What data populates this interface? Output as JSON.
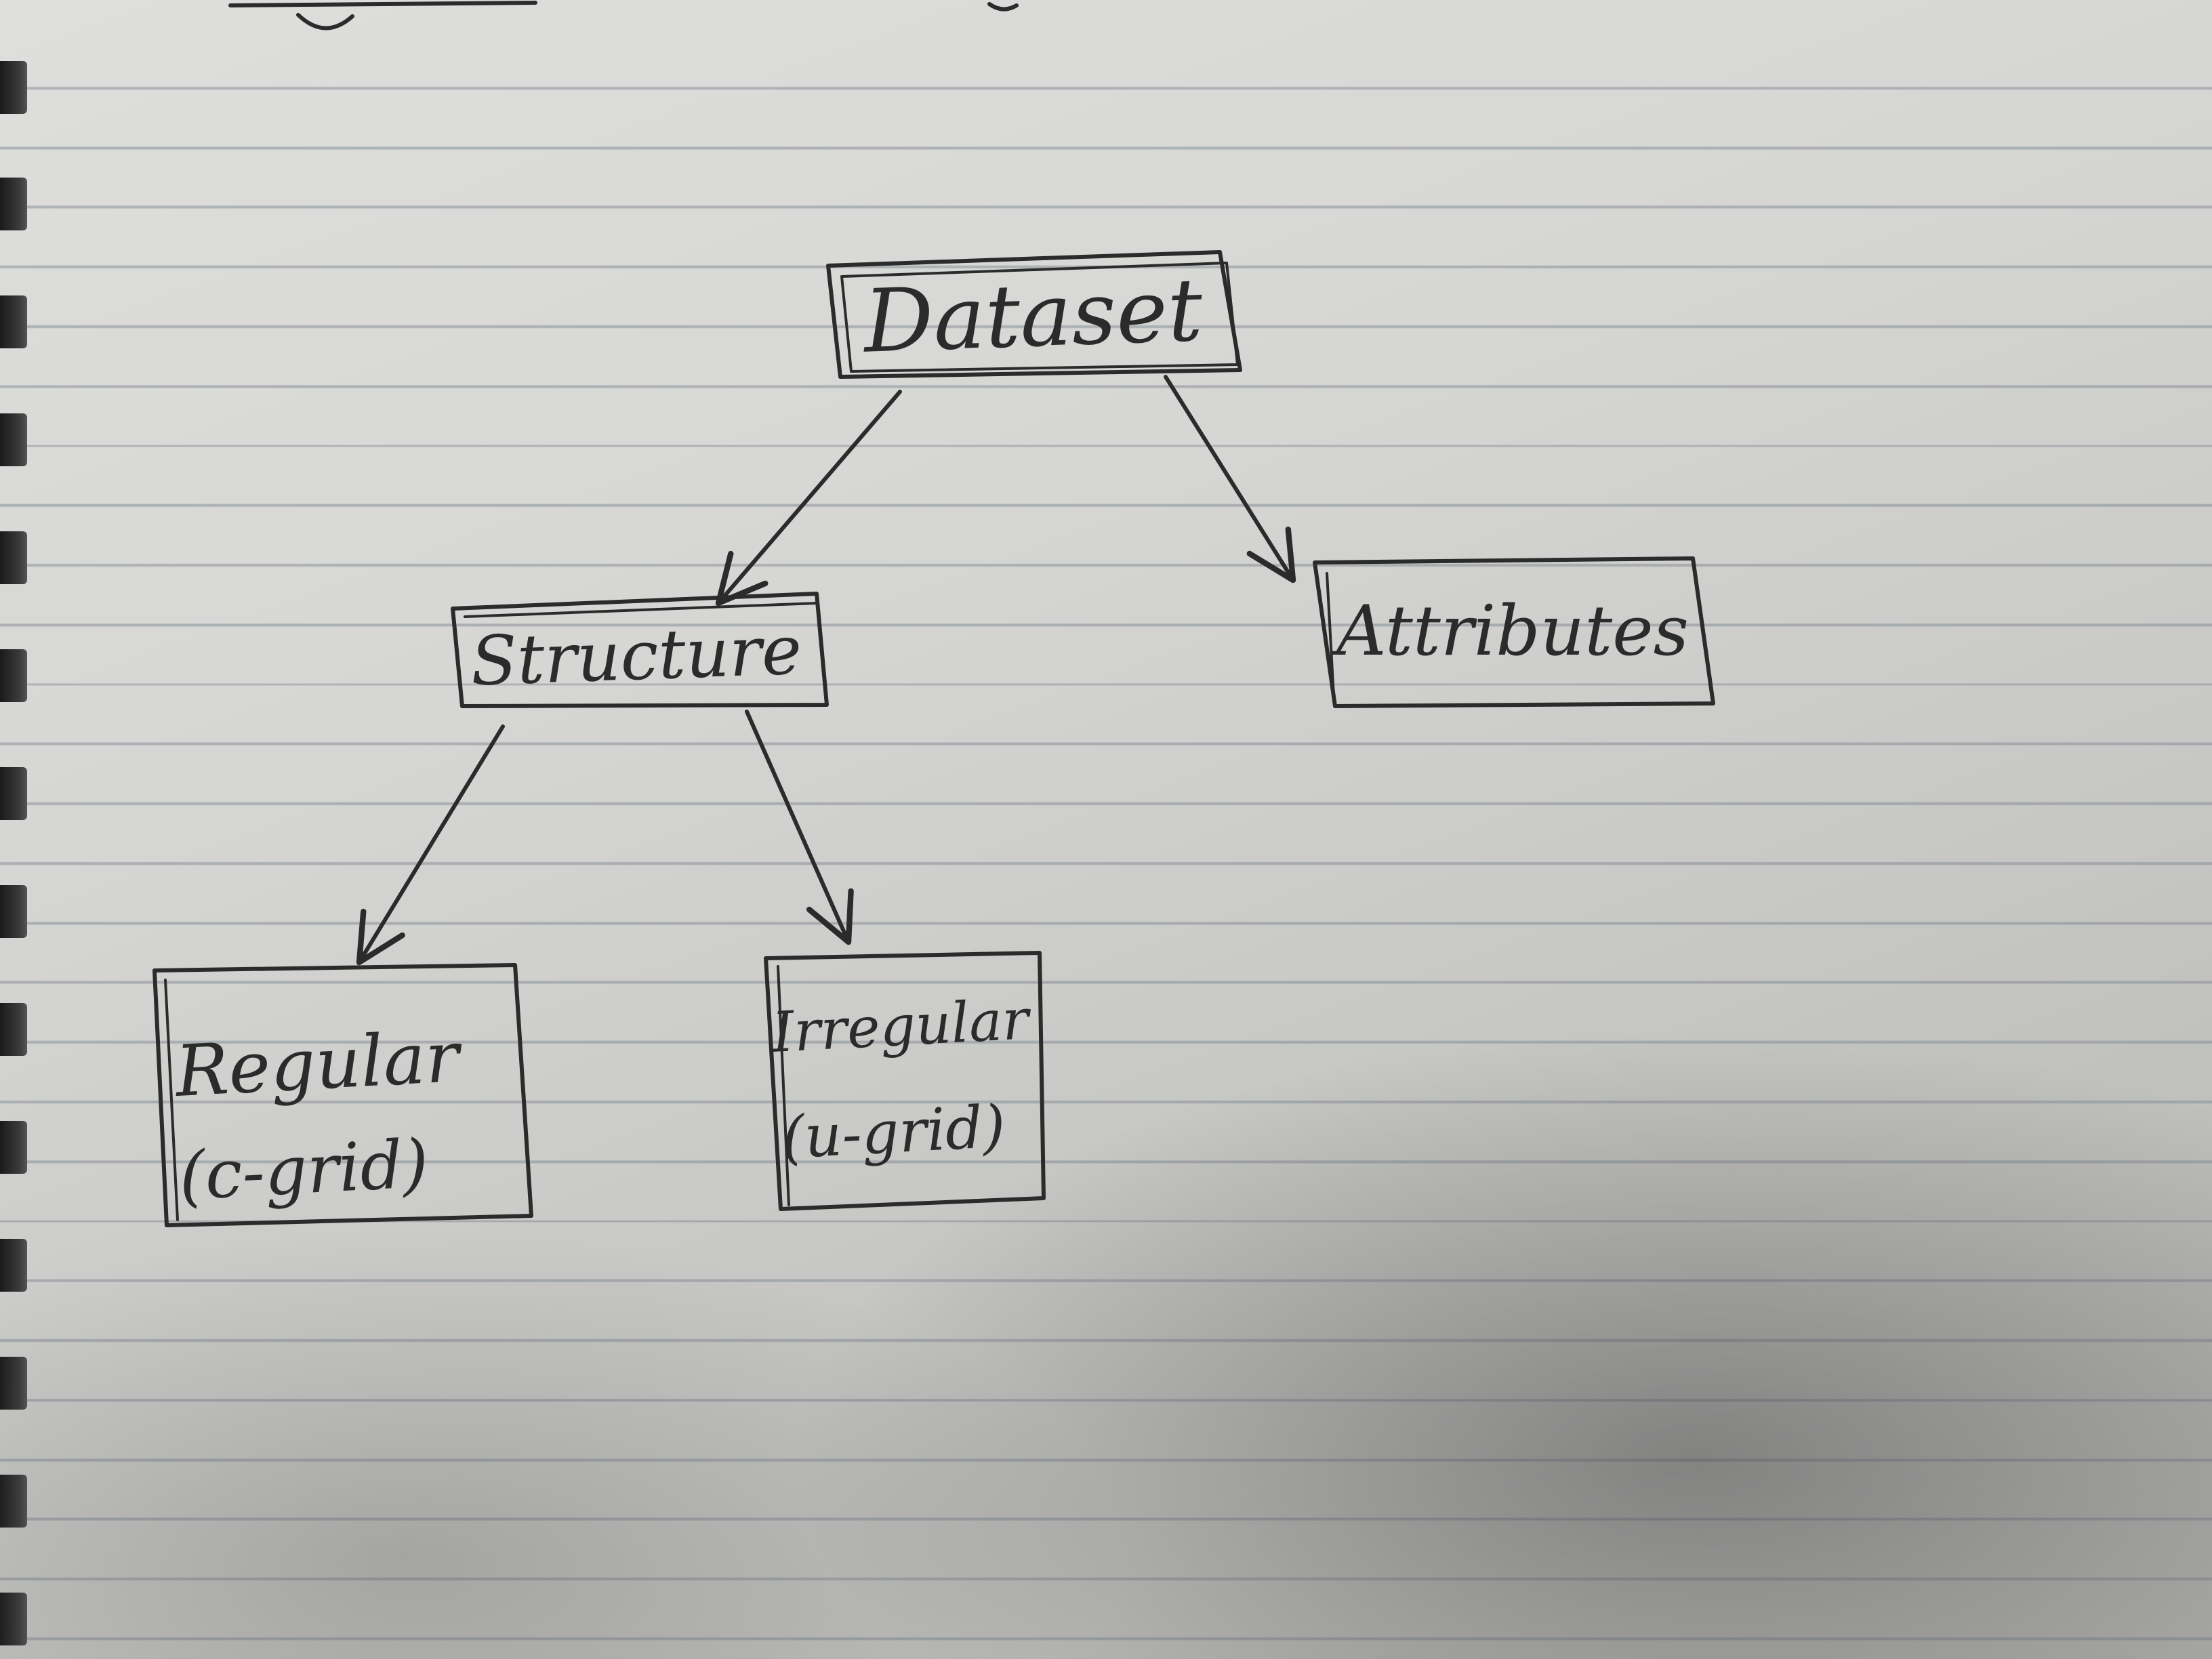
{
  "diagram": {
    "nodes": {
      "dataset": {
        "label": "Dataset"
      },
      "structure": {
        "label": "Structure"
      },
      "attributes": {
        "label": "Attributes"
      },
      "regular": {
        "line1": "Regular",
        "line2": "(c-grid)"
      },
      "irregular": {
        "line1": "Irregular",
        "line2": "(u-grid)"
      }
    },
    "edges": [
      {
        "from": "Dataset",
        "to": "Structure"
      },
      {
        "from": "Dataset",
        "to": "Attributes"
      },
      {
        "from": "Structure",
        "to": "Regular"
      },
      {
        "from": "Structure",
        "to": "Irregular"
      }
    ]
  },
  "colors": {
    "ink": "#2b2b2b",
    "paper": "#d9d9d7",
    "rule_line": "#8a929a",
    "spiral": "#222222"
  }
}
